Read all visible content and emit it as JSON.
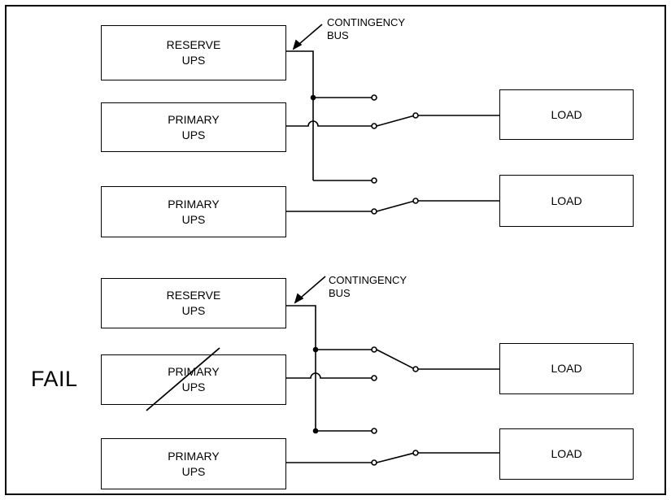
{
  "diagrams": [
    {
      "bus_label": "CONTINGENCY\nBUS",
      "reserve_label": "RESERVE\nUPS",
      "primary_labels": [
        "PRIMARY\nUPS",
        "PRIMARY\nUPS"
      ],
      "load_labels": [
        "LOAD",
        "LOAD"
      ]
    },
    {
      "bus_label": "CONTINGENCY\nBUS",
      "reserve_label": "RESERVE\nUPS",
      "primary_labels": [
        "PRIMARY\nUPS",
        "PRIMARY\nUPS"
      ],
      "load_labels": [
        "LOAD",
        "LOAD"
      ],
      "failed_label": "FAIL"
    }
  ]
}
